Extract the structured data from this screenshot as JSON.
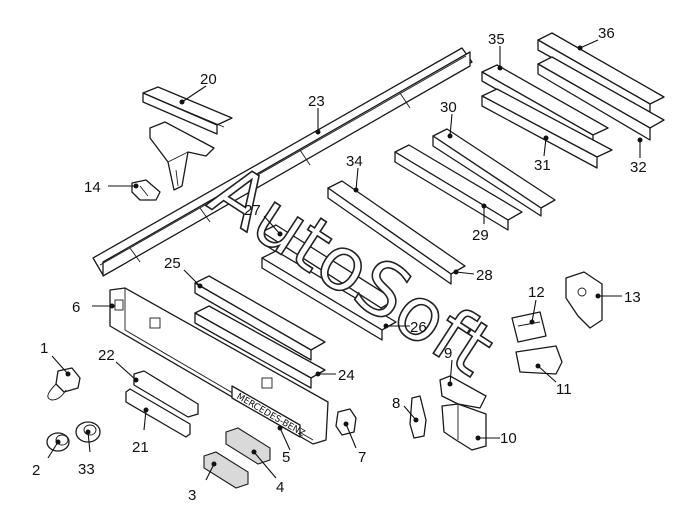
{
  "diagram": {
    "watermark": "AutoSoft",
    "plate_text": "MERCEDES-BENZ",
    "callouts": [
      "1",
      "2",
      "3",
      "4",
      "5",
      "6",
      "7",
      "8",
      "9",
      "10",
      "11",
      "12",
      "13",
      "14",
      "20",
      "21",
      "22",
      "23",
      "24",
      "25",
      "26",
      "27",
      "28",
      "29",
      "30",
      "31",
      "32",
      "33",
      "34",
      "35",
      "36"
    ]
  }
}
